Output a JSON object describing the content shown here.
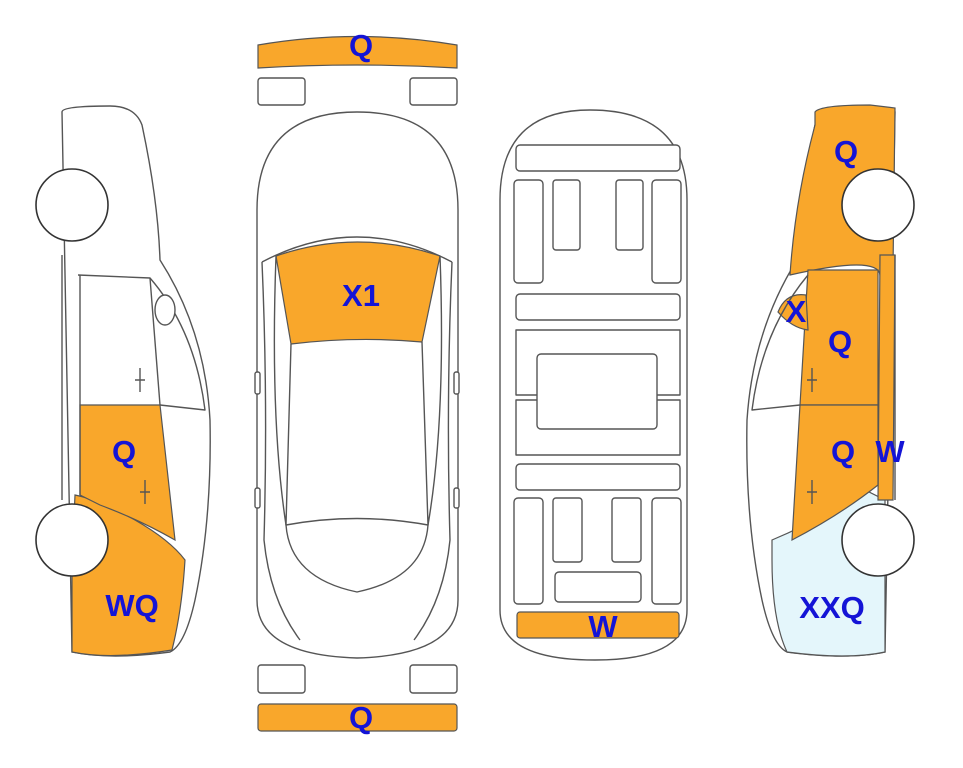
{
  "colors": {
    "damage_fill": "#F9A72B",
    "light_fill": "#E4F6FB",
    "outline": "#555555",
    "label_text": "#1414D6",
    "background": "#FFFFFF"
  },
  "labels": {
    "front_bumper": "Q",
    "rear_bumper": "Q",
    "windshield": "X1",
    "trunk_floor": "W",
    "left_rear_door": "Q",
    "left_rear_quarter": "WQ",
    "right_rear_quarter_top": "Q",
    "right_pillar": "X",
    "right_rear_door": "Q",
    "right_front_door": "Q",
    "right_sill": "W",
    "right_front_fender": "XXQ"
  }
}
